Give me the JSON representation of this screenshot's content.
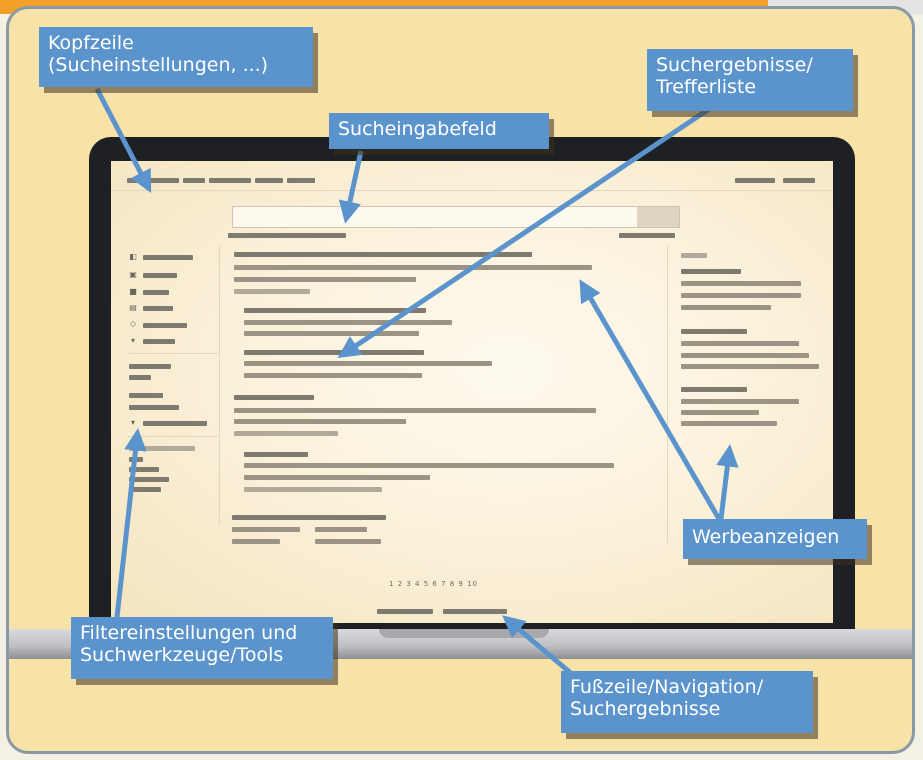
{
  "labels": {
    "kopfzeile": [
      "Kopfzeile",
      "(Sucheinstellungen, ...)"
    ],
    "sucheingabefeld": [
      "Sucheingabefeld"
    ],
    "suchergebnisse": [
      "Suchergebnisse/",
      "Trefferliste"
    ],
    "werbeanzeigen": [
      "Werbeanzeigen"
    ],
    "filter": [
      "Filtereinstellungen und",
      "Suchwerkzeuge/Tools"
    ],
    "fusszeile": [
      "Fußzeile/Navigation/",
      "Suchergebnisse"
    ]
  },
  "mockup": {
    "pagination": "1 2 3 4 5 6 7 8 9 10"
  },
  "colors": {
    "label_bg": "#5b94cc",
    "panel_bg": "#f7e3a8",
    "accent_orange": "#f2a02a",
    "arrow": "#5b94cc"
  }
}
